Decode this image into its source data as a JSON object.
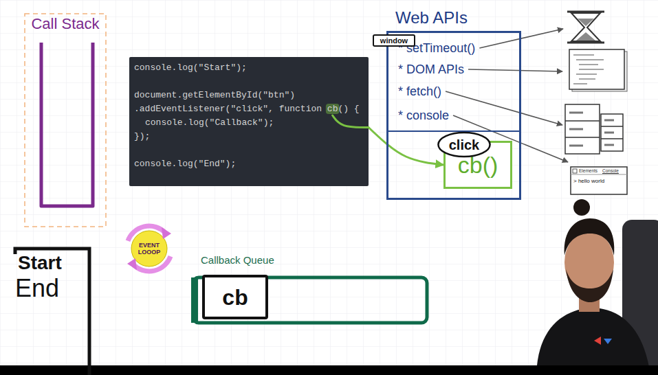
{
  "diagram": {
    "nodes": [
      {
        "text": [
          "Call Stack"
        ]
      },
      {
        "text": [
          "console.log(\"Start\");",
          "document.getElementById(\"btn\")",
          ".addEventListener(\"click\", function cb() {",
          "console.log(\"Callback\");",
          "});",
          "console.log(\"End\");"
        ]
      },
      {
        "text": [
          "Web APIs",
          "* setTimeout()",
          "* DOM APIs",
          "* fetch()",
          "* console"
        ]
      },
      {
        "text": [
          "window"
        ],
        "in": 2
      },
      {
        "text": [
          "cb()"
        ],
        "in": 2
      },
      {
        "text": [
          "click"
        ],
        "in": 4
      },
      {
        "text": [
          "EVENT LOOOP"
        ]
      },
      {
        "text": [
          "Start",
          "End"
        ]
      },
      {
        "text": [
          "Callback Queue"
        ]
      },
      {
        "text": [
          "cb"
        ],
        "in": 8
      }
    ],
    "edges": [
      {
        "from": 1,
        "to": 4,
        "arrow": "to"
      }
    ],
    "labels": [
      "Elements",
      "Console",
      "> hello world"
    ]
  }
}
